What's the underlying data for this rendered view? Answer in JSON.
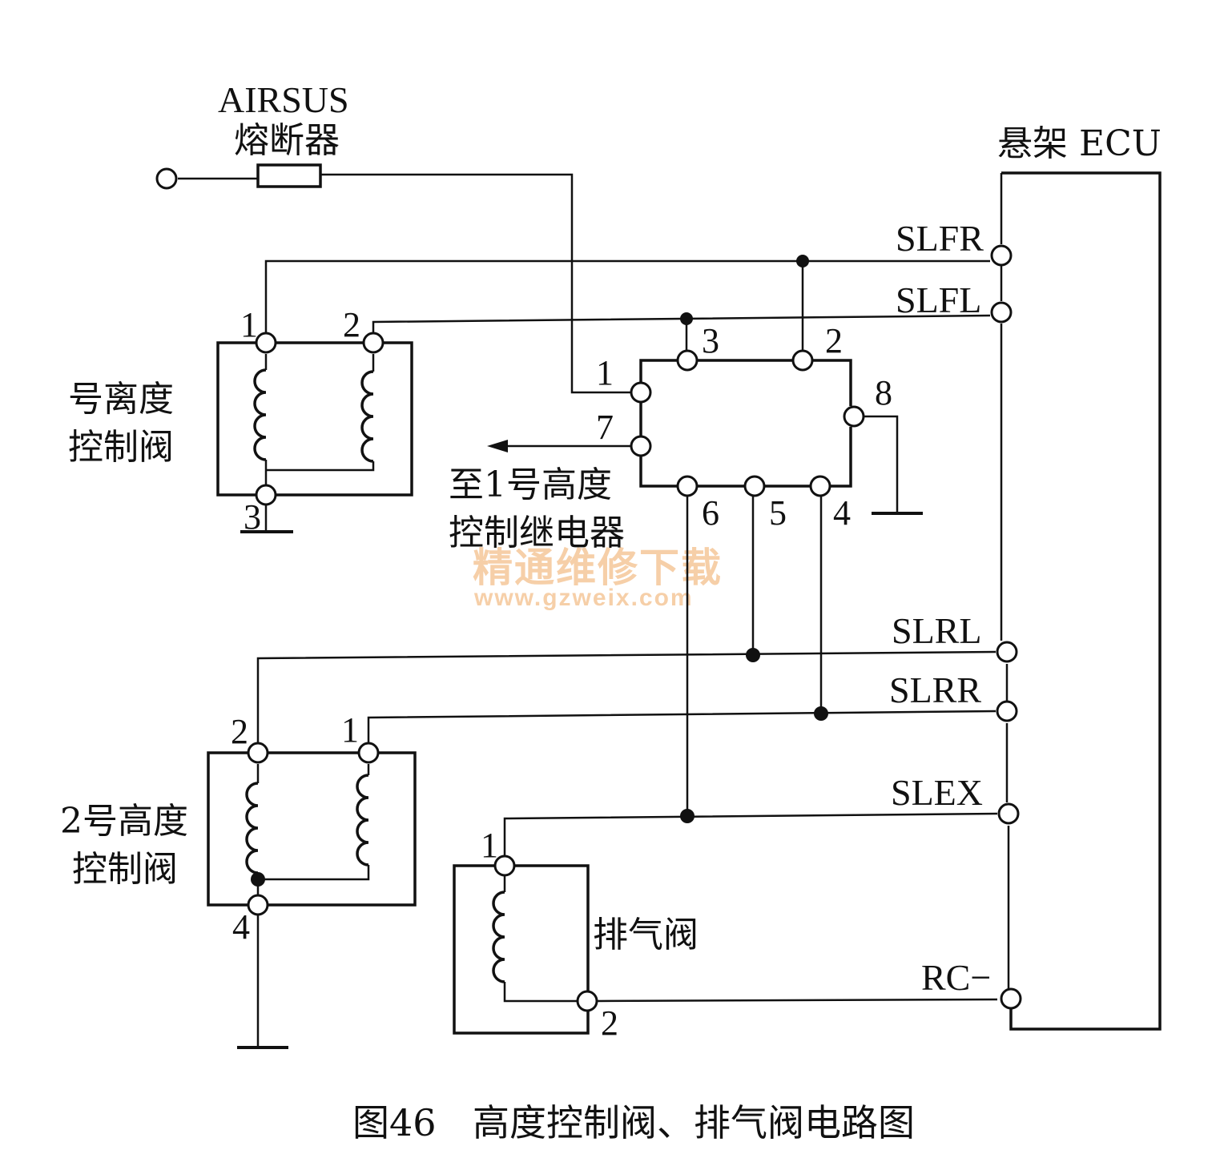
{
  "fuse": {
    "name": "AIRSUS",
    "label": "熔断器"
  },
  "ecu": {
    "title": "悬架 ECU",
    "pins": {
      "slfr": "SLFR",
      "slfl": "SLFL",
      "slrl": "SLRL",
      "slrr": "SLRR",
      "slex": "SLEX",
      "rc": "RC−"
    }
  },
  "valve1": {
    "label_line1": "号离度",
    "label_line2": "控制阀",
    "pins": {
      "p1": "1",
      "p2": "2",
      "p3": "3"
    }
  },
  "valve2": {
    "label_line1": "2号高度",
    "label_line2": "控制阀",
    "pins": {
      "p1": "1",
      "p2": "2",
      "p4": "4"
    }
  },
  "exhaust_valve": {
    "label": "排气阀",
    "pins": {
      "p1": "1",
      "p2": "2"
    }
  },
  "relay": {
    "pins": {
      "p1": "1",
      "p2": "2",
      "p3": "3",
      "p4": "4",
      "p5": "5",
      "p6": "6",
      "p7": "7",
      "p8": "8"
    },
    "arrow_label_line1": "至1号高度",
    "arrow_label_line2": "控制继电器"
  },
  "watermark": {
    "line1": "精通维修下载",
    "line2": "www.gzweix.com"
  },
  "caption": {
    "figure_no": "图46",
    "title": "高度控制阀、排气阀电路图"
  }
}
